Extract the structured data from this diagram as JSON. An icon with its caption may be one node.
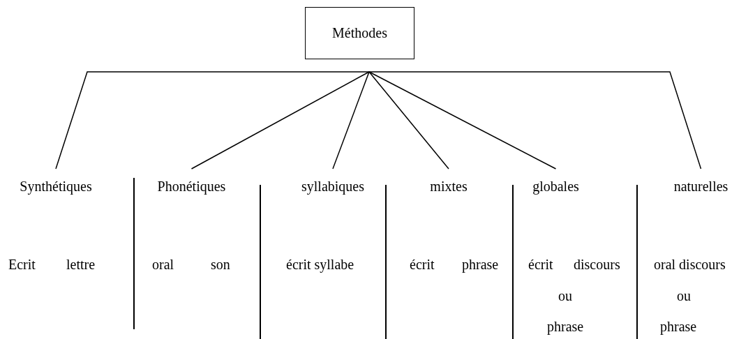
{
  "diagram": {
    "nodes": [
      {
        "text": [
          "Méthodes"
        ]
      },
      {
        "text": [
          "Synthétiques"
        ]
      },
      {
        "text": [
          "Phonétiques"
        ]
      },
      {
        "text": [
          "syllabiques"
        ]
      },
      {
        "text": [
          "mixtes"
        ]
      },
      {
        "text": [
          "globales"
        ]
      },
      {
        "text": [
          "naturelles"
        ]
      }
    ],
    "edges": [
      {
        "from": 0,
        "to": 1,
        "arrow": "none"
      },
      {
        "from": 0,
        "to": 2,
        "arrow": "none"
      },
      {
        "from": 0,
        "to": 3,
        "arrow": "none"
      },
      {
        "from": 0,
        "to": 4,
        "arrow": "none"
      },
      {
        "from": 0,
        "to": 5,
        "arrow": "none"
      },
      {
        "from": 0,
        "to": 6,
        "arrow": "none"
      }
    ],
    "labels": [
      "Ecrit",
      "lettre",
      "oral",
      "son",
      "écrit syllabe",
      "écrit",
      "phrase",
      "écrit",
      "discours",
      "oral discours",
      "ou",
      "ou",
      "phrase",
      "phrase"
    ]
  }
}
